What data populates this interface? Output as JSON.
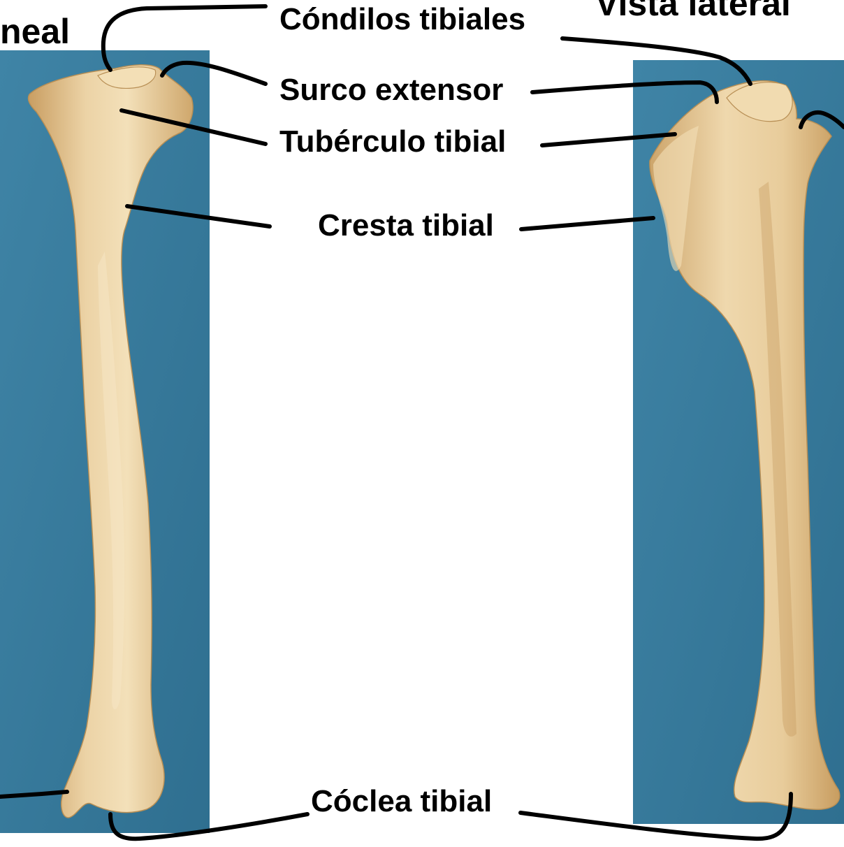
{
  "figure": {
    "titles": {
      "left_view": "neal",
      "right_view": "Vista lateral"
    },
    "labels": {
      "condilos": "Cóndilos tibiales",
      "surco": "Surco extensor",
      "tuberculo": "Tubérculo tibial",
      "cresta": "Cresta tibial",
      "coclea": "Cóclea tibial"
    },
    "colors": {
      "background_panel": "#3d7fa0",
      "bone": "#e6c99a",
      "bone_shadow": "#c9a46a",
      "bone_highlight": "#f4e3bf",
      "leader_line": "#000000"
    }
  }
}
